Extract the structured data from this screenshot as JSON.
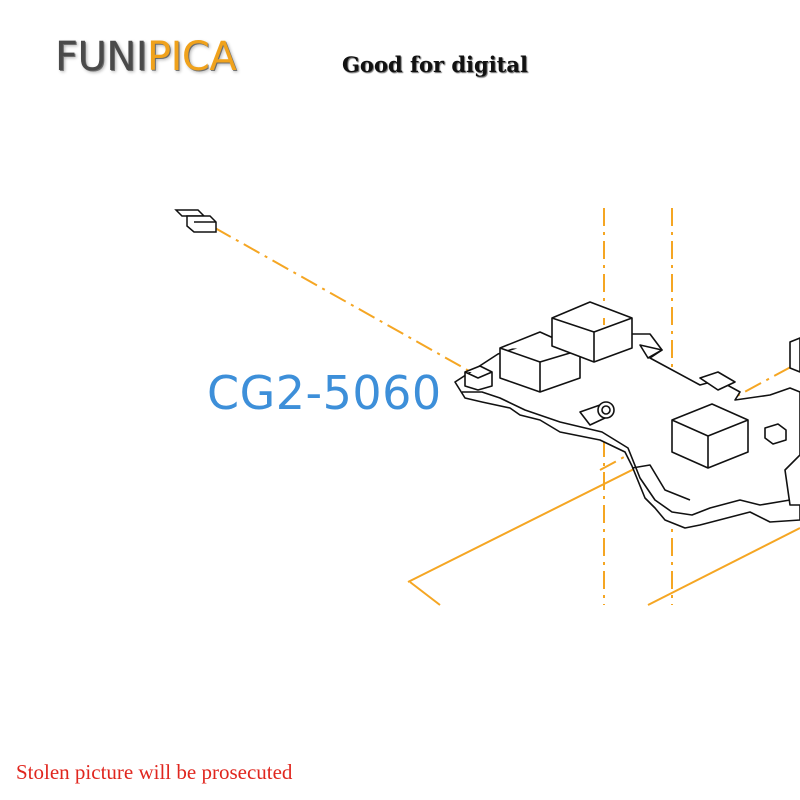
{
  "header": {
    "logo_part1": "FUNI",
    "logo_part2": "PICA",
    "tagline": "Good for digital"
  },
  "diagram": {
    "part_number": "CG2-5060"
  },
  "footer": {
    "watermark": "Stolen picture will be prosecuted"
  },
  "colors": {
    "guide_line": "#f5a623",
    "part_number": "#3d8fd9",
    "watermark": "#e0261e",
    "logo_gray": "#4a4a4a",
    "logo_orange": "#f0a21c"
  }
}
